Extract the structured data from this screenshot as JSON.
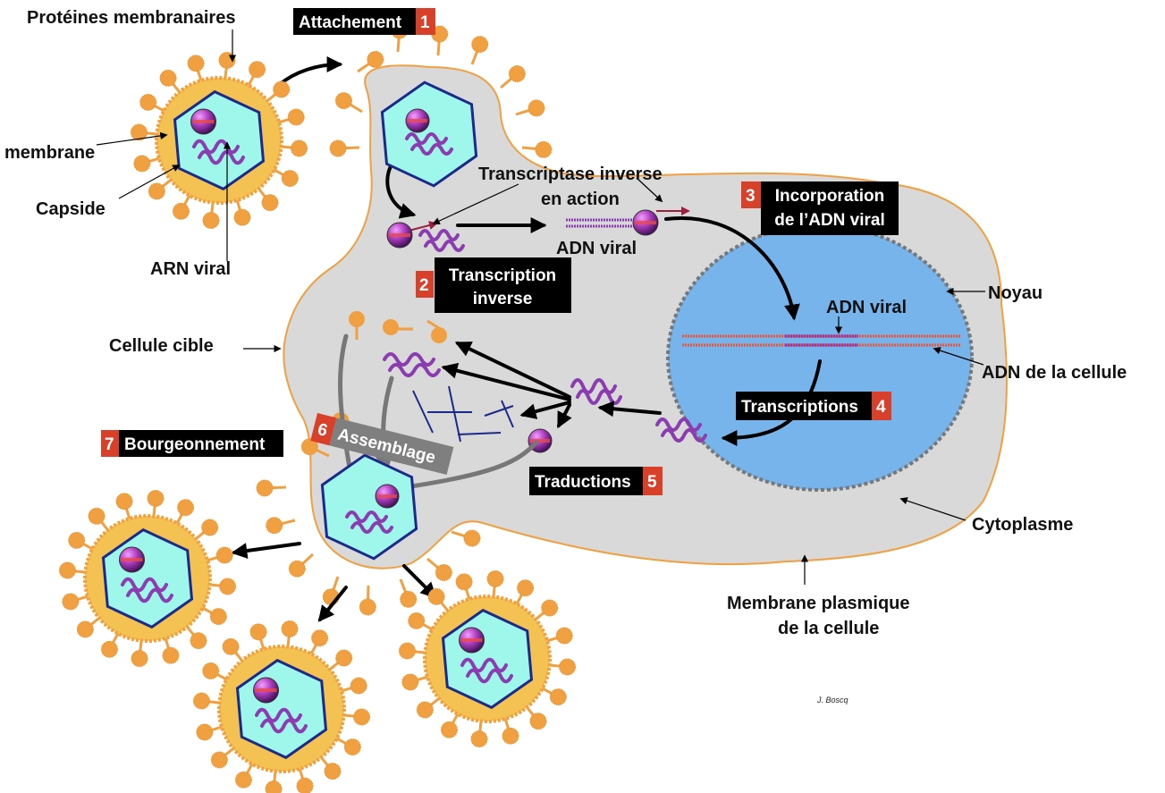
{
  "labels": {
    "proteines": "Protéines membranaires",
    "membrane": "membrane",
    "capside": "Capside",
    "arn": "ARN viral",
    "cellule_cible": "Cellule cible",
    "ti_line1": "Transcriptase inverse",
    "ti_line2": "en action",
    "adn_viral_cyto": "ADN viral",
    "adn_viral_noyau": "ADN viral",
    "noyau": "Noyau",
    "adn_cellule": "ADN de  la cellule",
    "cytoplasme": "Cytoplasme",
    "membrane_plasmique_1": "Membrane plasmique",
    "membrane_plasmique_2": "de la cellule",
    "credit": "J. Boscq"
  },
  "steps": {
    "attachement": {
      "num": "1",
      "text": "Attachement"
    },
    "transcription_inverse": {
      "num": "2",
      "line1": "Transcription",
      "line2": "inverse"
    },
    "incorporation": {
      "num": "3",
      "line1": "Incorporation",
      "line2": "de l’ADN viral"
    },
    "transcriptions": {
      "num": "4",
      "text": "Transcriptions"
    },
    "traductions": {
      "num": "5",
      "text": "Traductions"
    },
    "assemblage": {
      "num": "6",
      "text": "Assemblage"
    },
    "bourgeonnement": {
      "num": "7",
      "text": "Bourgeonnement"
    }
  },
  "colors": {
    "cell_fill": "#d9d9d9",
    "cell_edge": "#f0a040",
    "nucleus": "#78b4ec",
    "capsid": "#9ff6ea",
    "capsid_edge": "#1b2a8a",
    "envelope": "#f4c252",
    "spike": "#f0a040",
    "rna": "#8a3cb0",
    "dna_cell": "#e8553a",
    "step_bg": "#000000",
    "step_num": "#d8402a"
  }
}
